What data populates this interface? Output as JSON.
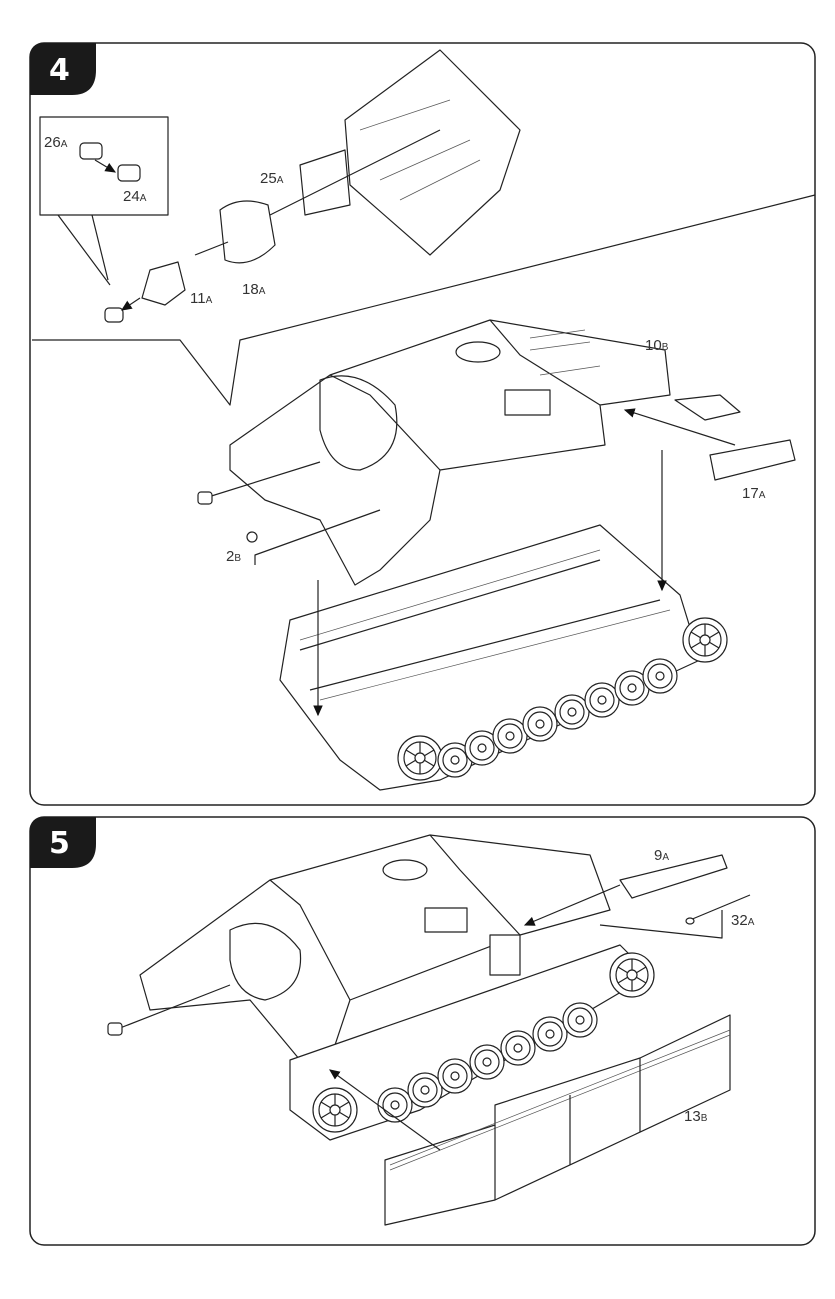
{
  "steps": [
    {
      "number": "4",
      "parts": [
        {
          "num": "26",
          "sheet": "A"
        },
        {
          "num": "24",
          "sheet": "A"
        },
        {
          "num": "25",
          "sheet": "A"
        },
        {
          "num": "11",
          "sheet": "A"
        },
        {
          "num": "18",
          "sheet": "A"
        },
        {
          "num": "10",
          "sheet": "B"
        },
        {
          "num": "17",
          "sheet": "A"
        },
        {
          "num": "2",
          "sheet": "B"
        }
      ]
    },
    {
      "number": "5",
      "parts": [
        {
          "num": "9",
          "sheet": "A"
        },
        {
          "num": "32",
          "sheet": "A"
        },
        {
          "num": "13",
          "sheet": "B"
        }
      ]
    }
  ],
  "colors": {
    "badge": "#1a1a1a",
    "line": "#222222"
  }
}
